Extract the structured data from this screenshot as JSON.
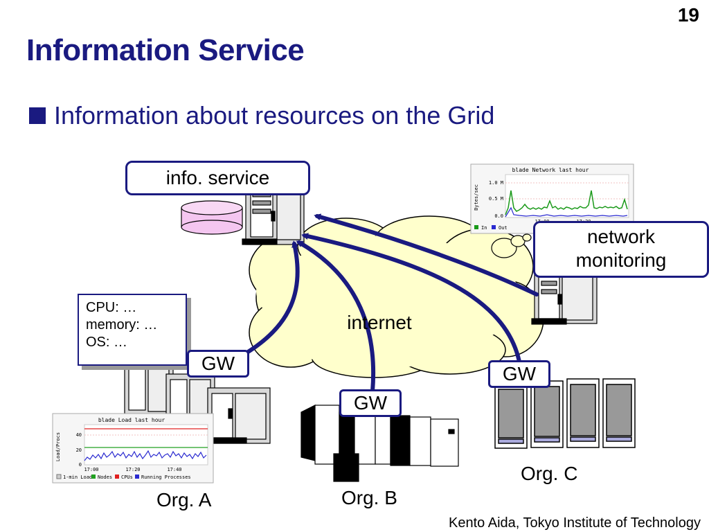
{
  "slide_number": "19",
  "title": "Information Service",
  "bullet": "Information about resources on the Grid",
  "footer": "Kento Aida, Tokyo Institute of Technology",
  "diagram": {
    "info_service_label": "info. service",
    "network_monitoring_label": [
      "network",
      "monitoring"
    ],
    "internet_label": "internet",
    "resource_info": [
      "CPU: …",
      "memory: …",
      "OS: …"
    ],
    "gateways": [
      "GW",
      "GW",
      "GW"
    ],
    "orgs": [
      "Org. A",
      "Org. B",
      "Org. C"
    ],
    "network_graph": {
      "title": "blade Network last hour",
      "ylabel": "Bytes/sec",
      "ticks_y": [
        "1.0 M",
        "0.5 M",
        "0.0"
      ],
      "ticks_x": [
        "17:00",
        "17:20"
      ],
      "legend": [
        "In",
        "Out"
      ]
    },
    "load_graph": {
      "title": "blade Load last hour",
      "ylabel": "Load/Procs",
      "ticks_y": [
        "40",
        "20",
        "0"
      ],
      "ticks_x": [
        "17:00",
        "17:20",
        "17:40"
      ],
      "legend": [
        "1-min Load",
        "Nodes",
        "CPUs",
        "Running Processes"
      ]
    }
  },
  "colors": {
    "accent": "#1a1a80",
    "cloud": "#ffffcc"
  }
}
